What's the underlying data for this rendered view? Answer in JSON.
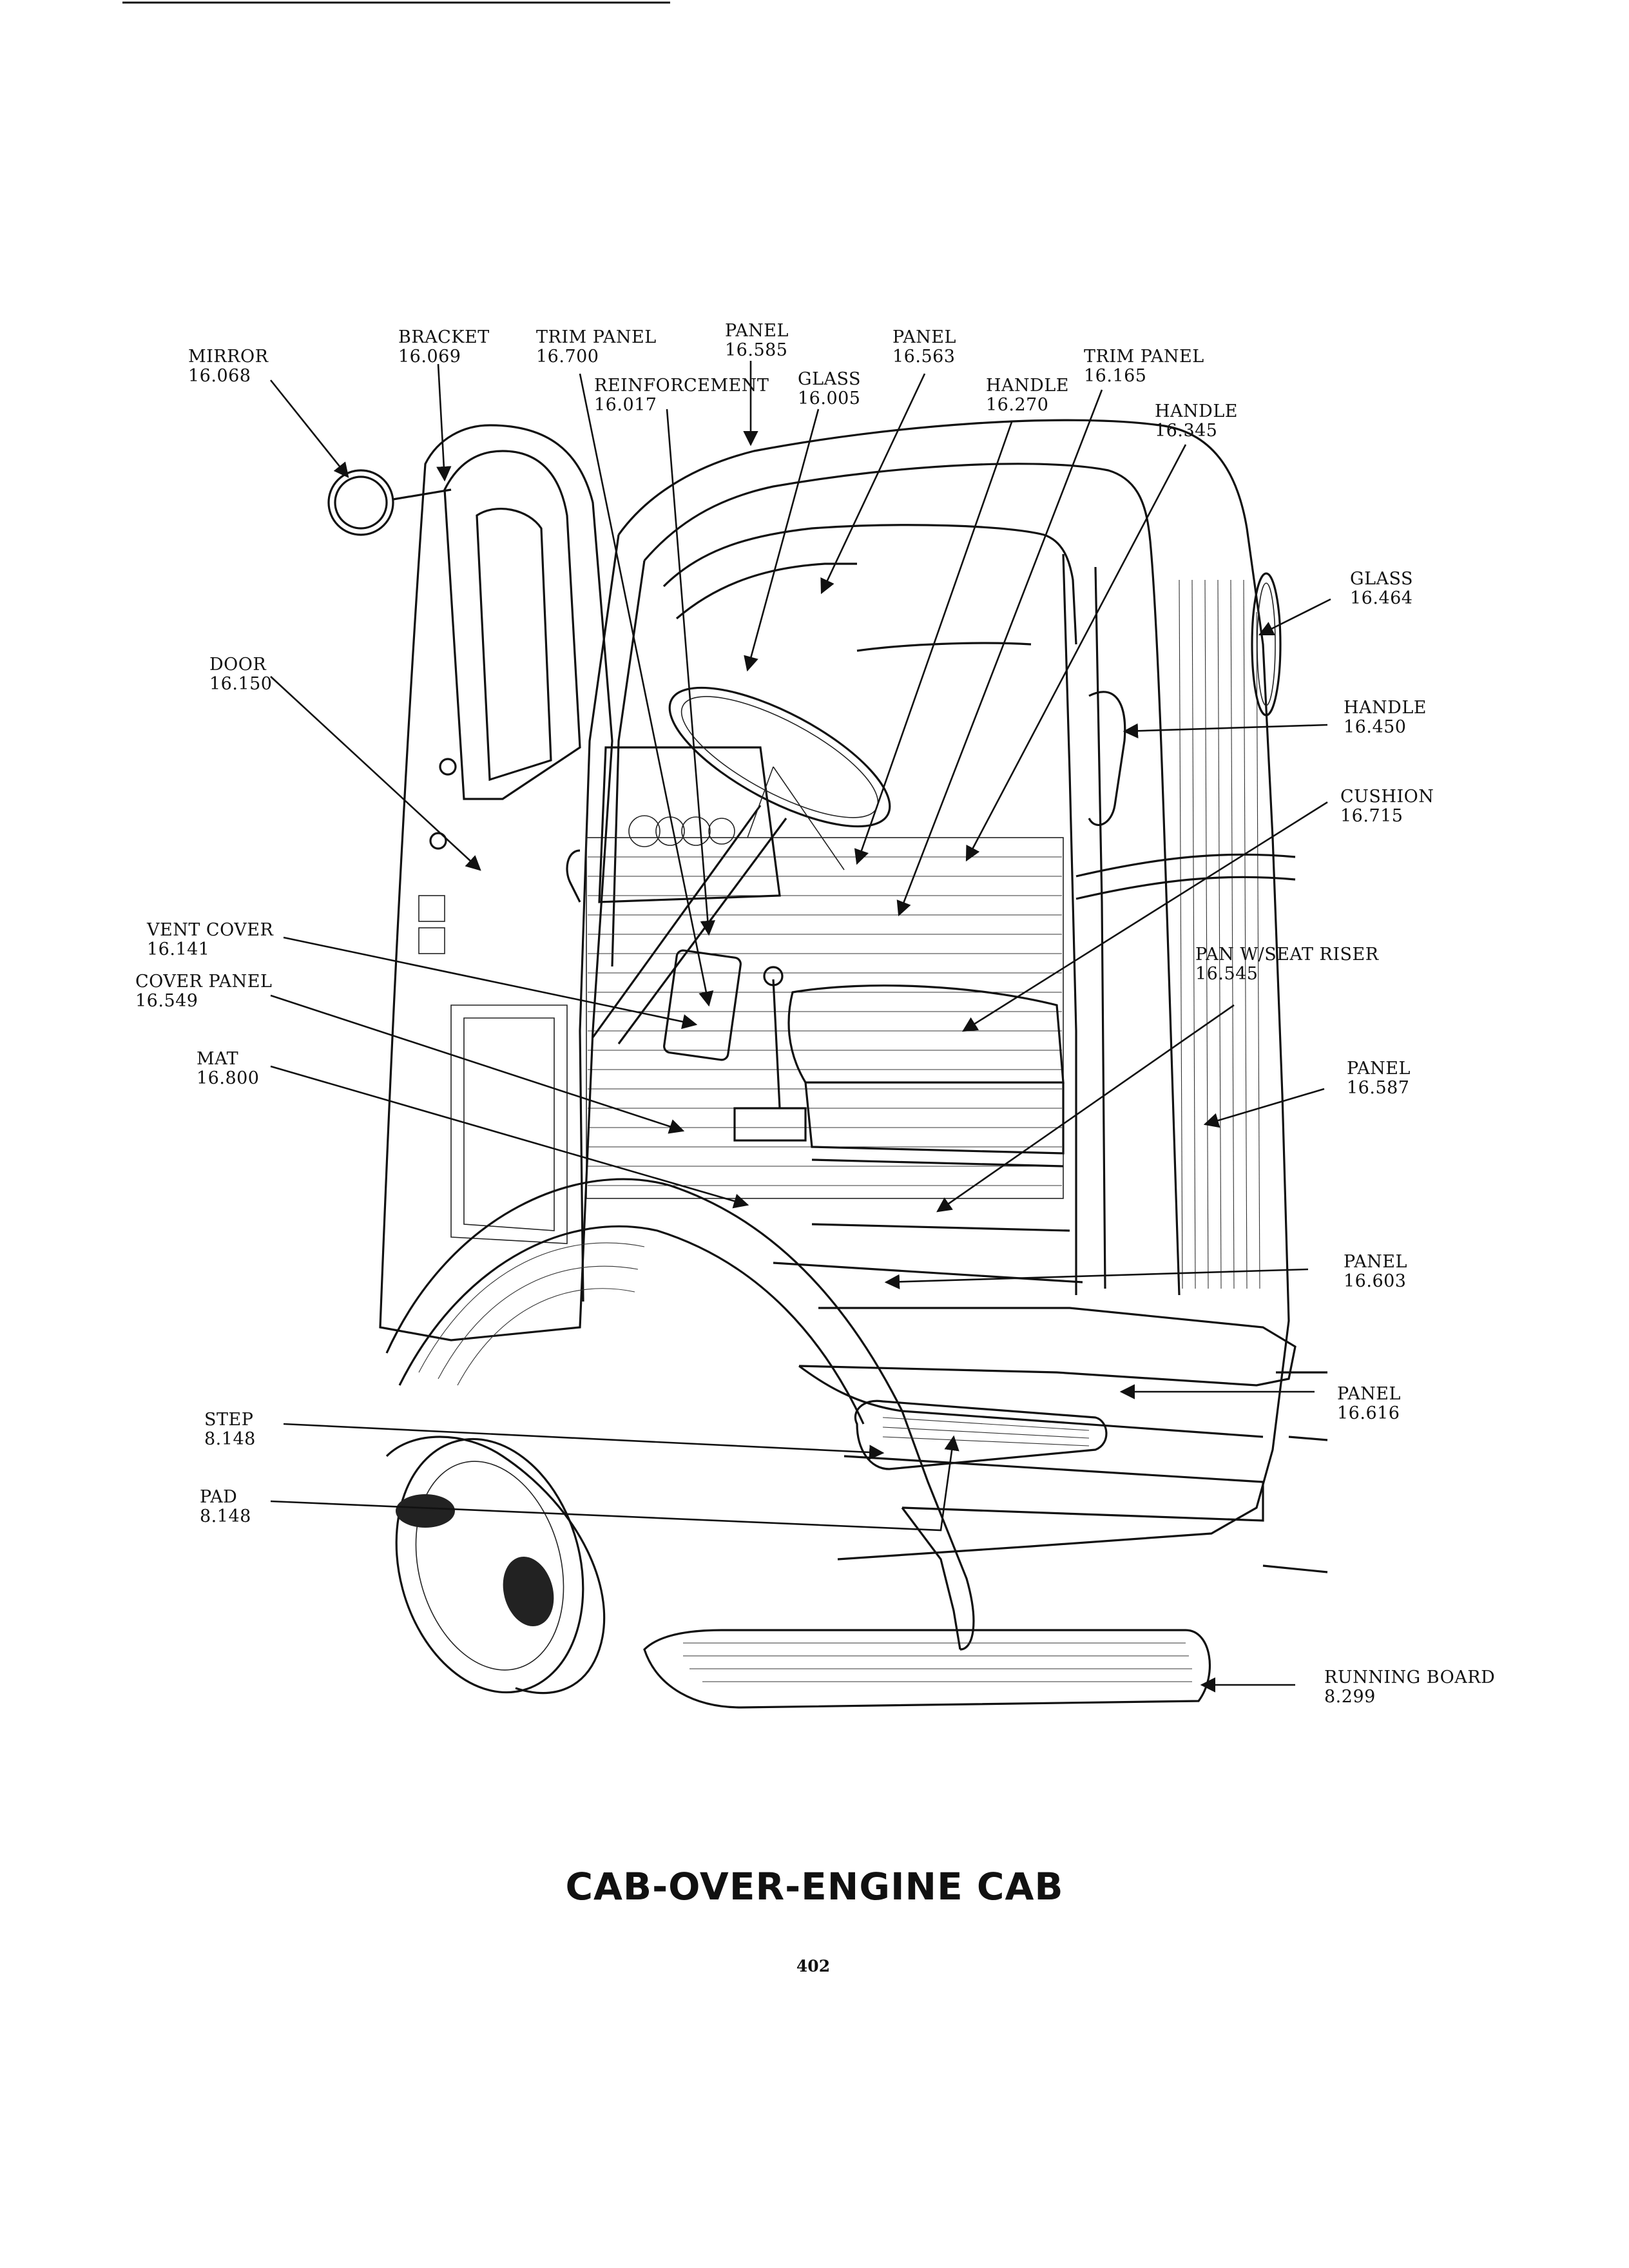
{
  "title": "CAB-OVER-ENGINE CAB",
  "page_number": "402",
  "callouts": [
    {
      "id": "mirror",
      "name": "MIRROR",
      "number": "16.068"
    },
    {
      "id": "bracket",
      "name": "BRACKET",
      "number": "16.069"
    },
    {
      "id": "trim-panel-16700",
      "name": "TRIM PANEL",
      "number": "16.700"
    },
    {
      "id": "reinforcement",
      "name": "REINFORCEMENT",
      "number": "16.017"
    },
    {
      "id": "panel-16585",
      "name": "PANEL",
      "number": "16.585"
    },
    {
      "id": "glass-16005",
      "name": "GLASS",
      "number": "16.005"
    },
    {
      "id": "panel-16563",
      "name": "PANEL",
      "number": "16.563"
    },
    {
      "id": "handle-16270",
      "name": "HANDLE",
      "number": "16.270"
    },
    {
      "id": "trim-panel-16165",
      "name": "TRIM PANEL",
      "number": "16.165"
    },
    {
      "id": "handle-16345",
      "name": "HANDLE",
      "number": "16.345"
    },
    {
      "id": "glass-16464",
      "name": "GLASS",
      "number": "16.464"
    },
    {
      "id": "door",
      "name": "DOOR",
      "number": "16.150"
    },
    {
      "id": "handle-16450",
      "name": "HANDLE",
      "number": "16.450"
    },
    {
      "id": "cushion",
      "name": "CUSHION",
      "number": "16.715"
    },
    {
      "id": "vent-cover",
      "name": "VENT COVER",
      "number": "16.141"
    },
    {
      "id": "cover-panel",
      "name": "COVER PANEL",
      "number": "16.549"
    },
    {
      "id": "pan-seat-riser",
      "name": "PAN W/SEAT RISER",
      "number": "16.545"
    },
    {
      "id": "mat",
      "name": "MAT",
      "number": "16.800"
    },
    {
      "id": "panel-16587",
      "name": "PANEL",
      "number": "16.587"
    },
    {
      "id": "panel-16603",
      "name": "PANEL",
      "number": "16.603"
    },
    {
      "id": "panel-16616",
      "name": "PANEL",
      "number": "16.616"
    },
    {
      "id": "step",
      "name": "STEP",
      "number": "8.148"
    },
    {
      "id": "pad",
      "name": "PAD",
      "number": "8.148"
    },
    {
      "id": "running-board",
      "name": "RUNNING BOARD",
      "number": "8.299"
    }
  ]
}
